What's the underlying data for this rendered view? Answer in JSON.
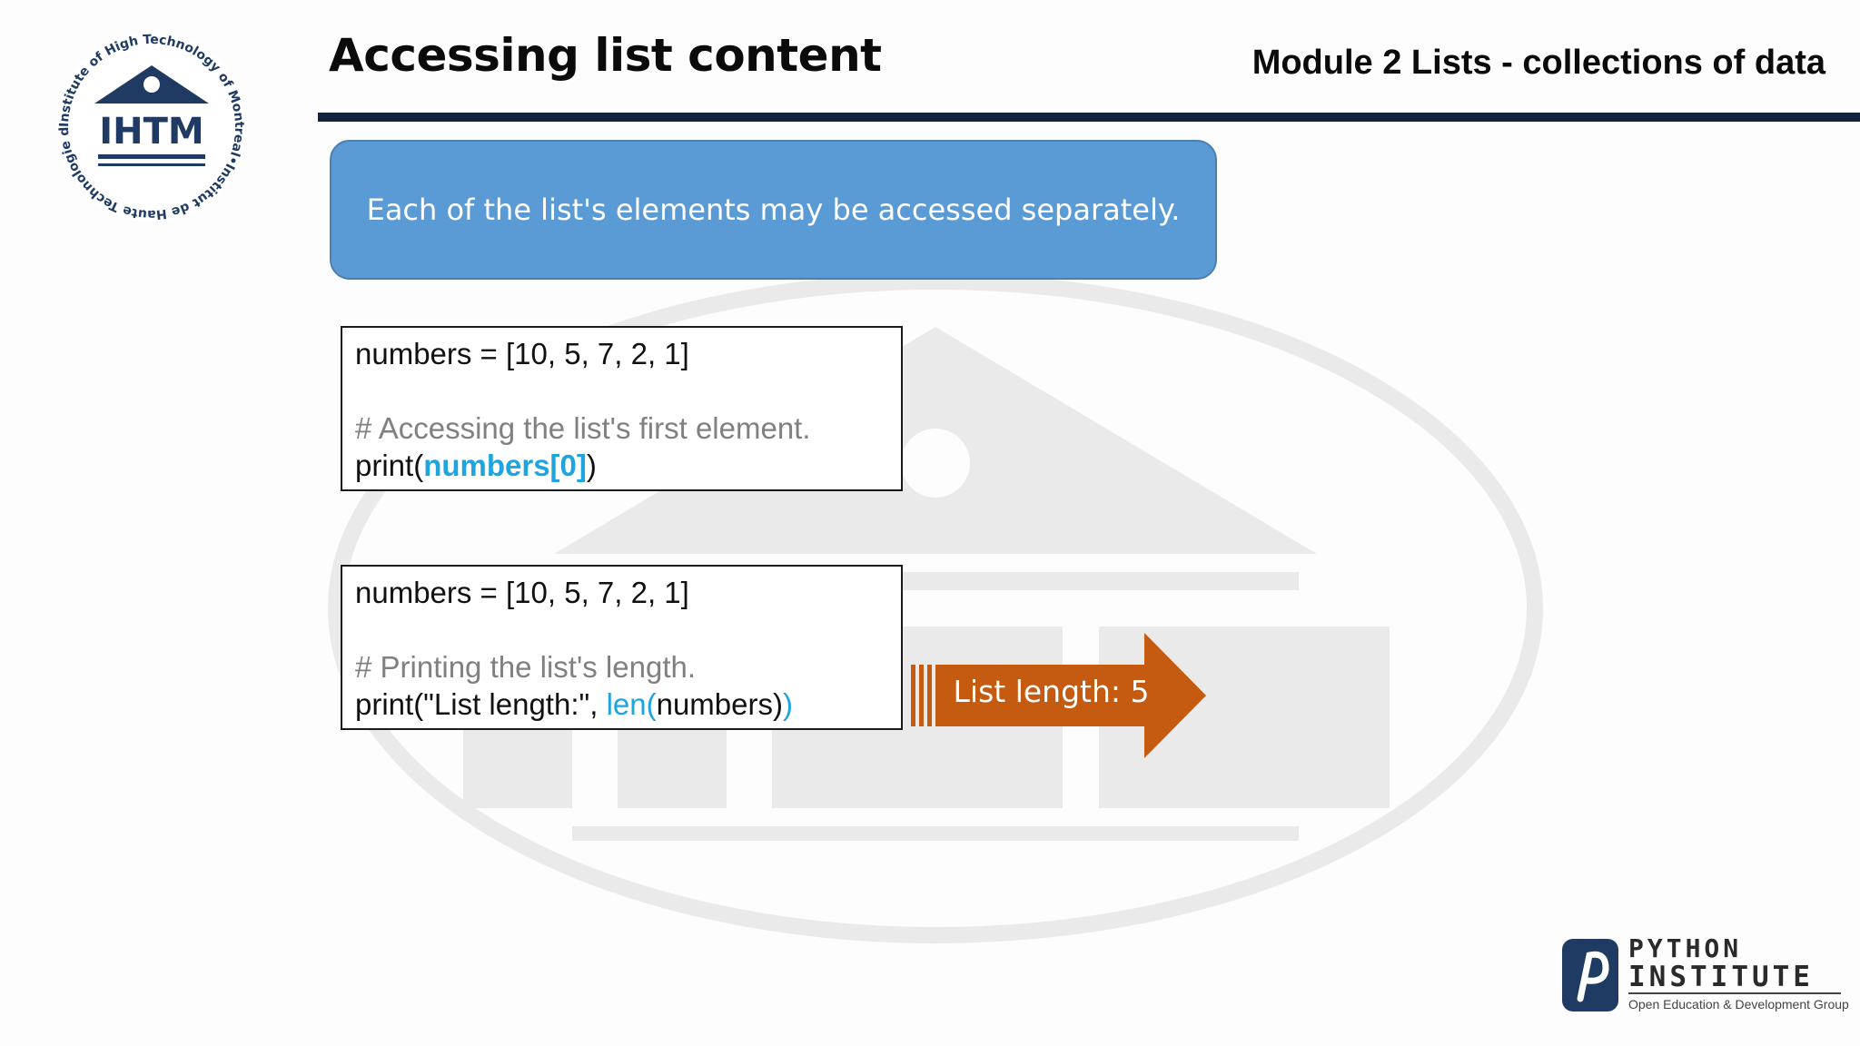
{
  "header": {
    "title": "Accessing list content",
    "module": "Module 2 Lists - collections of data"
  },
  "logo": {
    "acronym": "IHTM",
    "ring_text": "Institute of High Technology of Montreal•Institut de Haute Technologie de Montréal•"
  },
  "callout": {
    "text": "Each of the list's elements may be accessed separately."
  },
  "code_box_1": {
    "line1": "numbers = [10, 5, 7, 2, 1]",
    "comment": "# Accessing the list's first element.",
    "print_open": "print(",
    "highlight": "numbers[0]",
    "print_close": ")"
  },
  "code_box_2": {
    "line1": "numbers = [10, 5, 7, 2, 1]",
    "comment": "# Printing the list's length.",
    "print_open": "print(\"List length:\", ",
    "fn_name": "len(",
    "arg": "numbers)",
    "close": ")"
  },
  "output_arrow": {
    "label": "List length: 5",
    "color": "#c55a11"
  },
  "footer_logo": {
    "line1": "PYTHON",
    "line2": "INSTITUTE",
    "subtitle": "Open Education & Development Group"
  },
  "colors": {
    "accent_blue": "#5b9bd5",
    "code_highlight": "#1ea5de",
    "rule": "#13233d",
    "logo_navy": "#1f3b63"
  }
}
